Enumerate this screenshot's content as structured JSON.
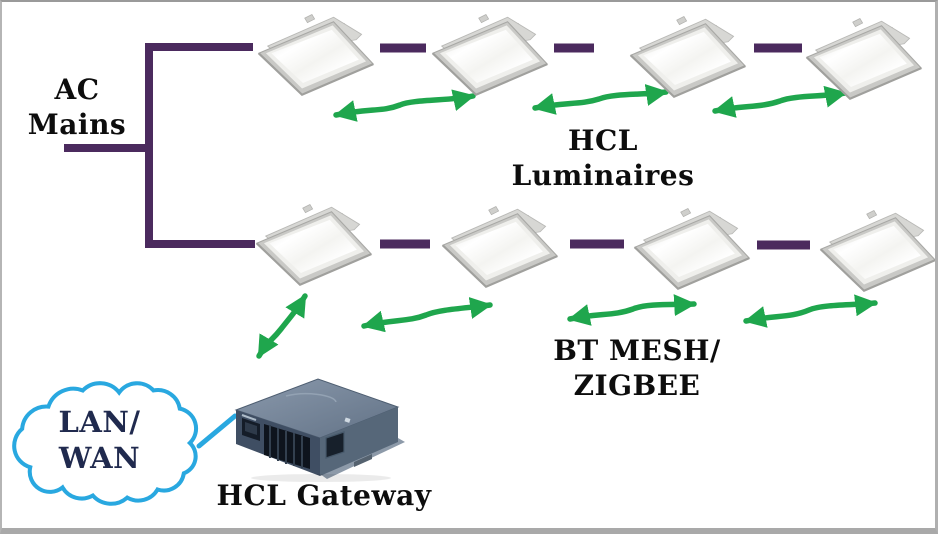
{
  "colors": {
    "bus": "#4b2a5e",
    "wireless": "#1fa64d",
    "cloud": "#29a8e0",
    "cloud_text": "#202a4e"
  },
  "labels": {
    "ac_mains": {
      "line1": "AC",
      "line2": "Mains"
    },
    "hcl_luminaires": {
      "line1": "HCL",
      "line2": "Luminaires"
    },
    "wireless_mesh": {
      "line1": "BT MESH/",
      "line2": "ZIGBEE"
    },
    "cloud": {
      "line1": "LAN/",
      "line2": "WAN"
    },
    "gateway": "HCL Gateway"
  },
  "topology": {
    "rows": 2,
    "luminaires_per_row": 4,
    "total_luminaires": 8
  }
}
